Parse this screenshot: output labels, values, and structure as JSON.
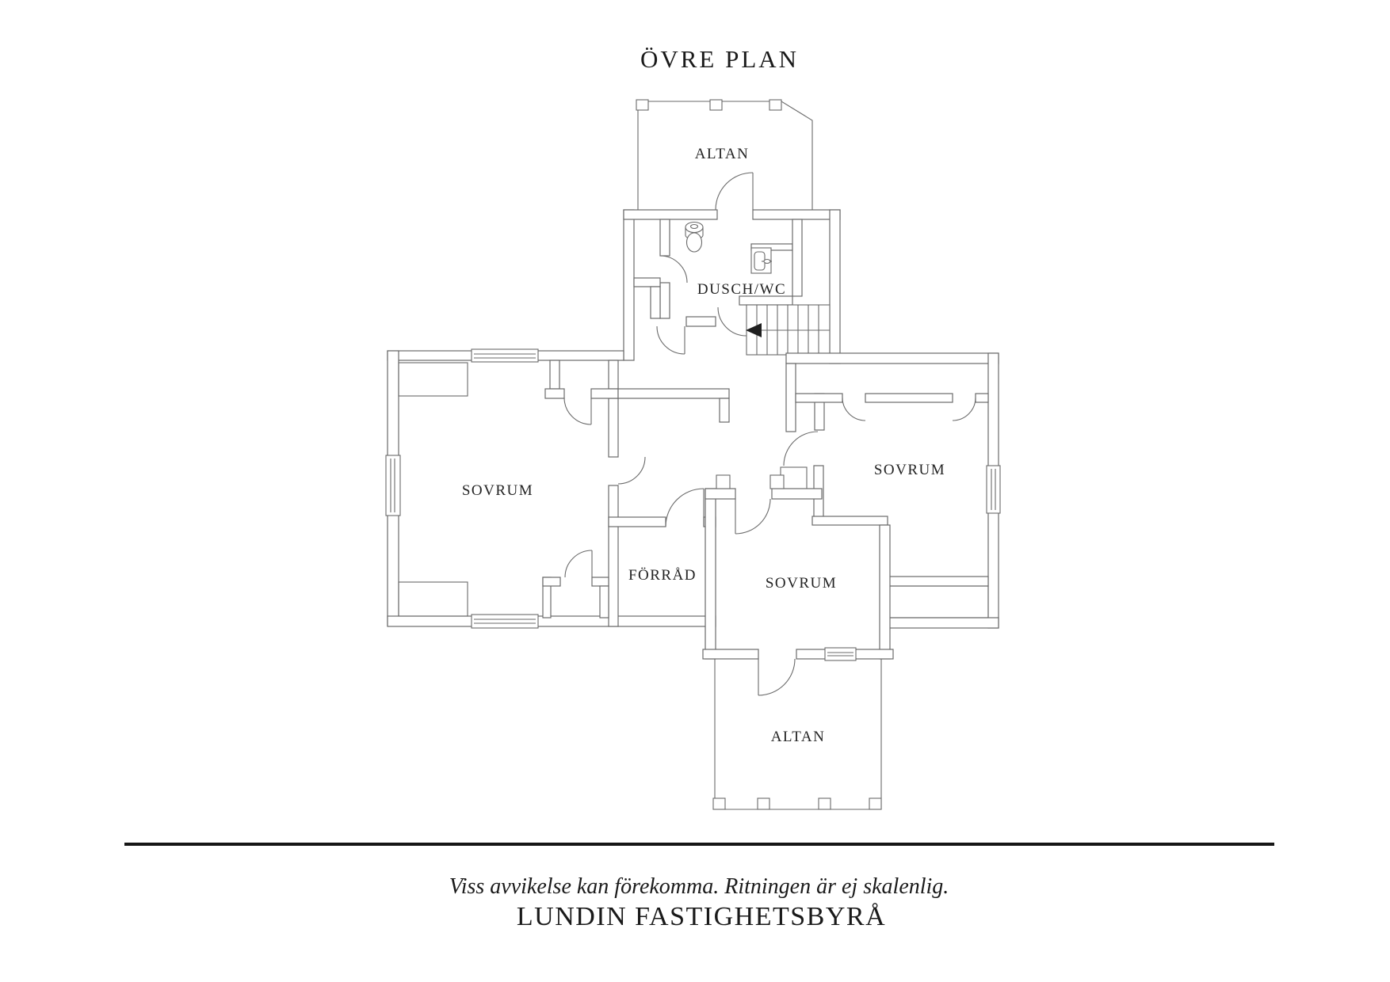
{
  "title": "ÖVRE PLAN",
  "plan": {
    "labels": {
      "altan_top": "ALTAN",
      "dusch_wc": "DUSCH/WC",
      "sovrum_left": "SOVRUM",
      "sovrum_right": "SOVRUM",
      "forrad": "FÖRRÅD",
      "sovrum_center": "SOVRUM",
      "altan_bottom": "ALTAN"
    },
    "icons": {
      "toilet": "toilet-icon",
      "sink": "sink-icon",
      "stairs_arrow": "stairs-direction-arrow"
    },
    "colors": {
      "line": "#6a6a6a",
      "label_text": "#232323",
      "divider": "#161616",
      "background": "#ffffff"
    }
  },
  "footer": {
    "disclaimer": "Viss avvikelse kan förekomma. Ritningen är ej skalenlig.",
    "brand": "LUNDIN FASTIGHETSBYRÅ"
  }
}
